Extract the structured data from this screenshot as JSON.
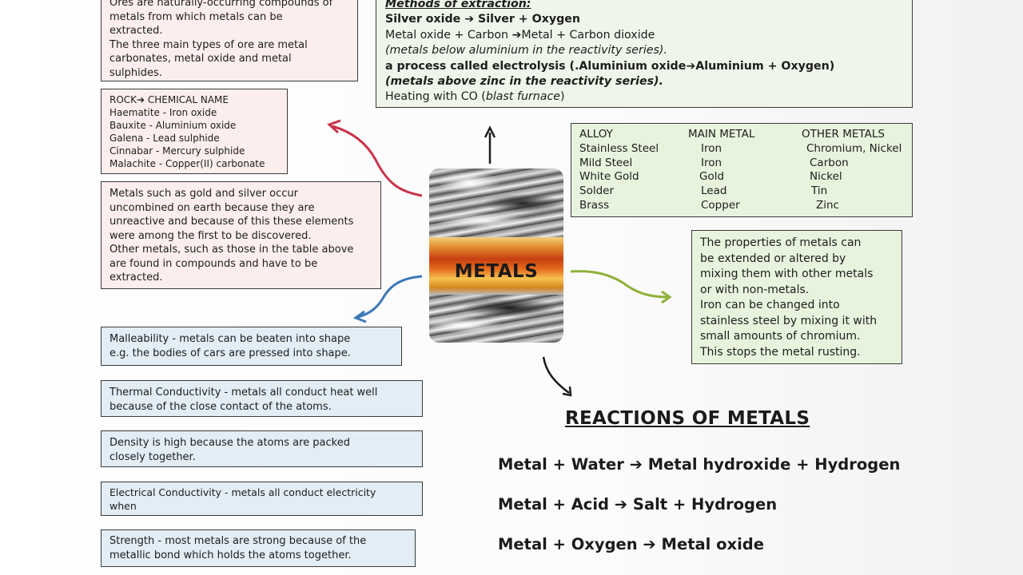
{
  "ores": {
    "lines": [
      "Ores are naturally-occurring compounds of",
      "metals from which metals can be",
      "extracted.",
      "The three main types of ore are metal",
      "carbonates, metal oxide and metal",
      "sulphides."
    ]
  },
  "extraction": {
    "heading": "Methods of extraction:",
    "lines": [
      {
        "text": "Silver oxide ➔ Silver + Oxygen",
        "style": "normal"
      },
      {
        "text": "Metal oxide + Carbon ➔Metal + Carbon dioxide",
        "style": "normal"
      },
      {
        "text": "(metals below aluminium in the reactivity series).",
        "style": "italic"
      },
      {
        "text": "a process called electrolysis  (.Aluminium oxide➔Aluminium + Oxygen)",
        "style": "normal"
      },
      {
        "text": "(metals above zinc in the reactivity series).",
        "style": "bolditalic"
      }
    ],
    "last_line_prefix": "Heating with CO (",
    "last_line_italic": "blast furnace",
    "last_line_suffix": ")"
  },
  "rocks": {
    "header": "ROCK➔ CHEMICAL NAME",
    "items": [
      "Haematite - Iron oxide",
      "Bauxite - Aluminium oxide",
      "Galena - Lead sulphide",
      "Cinnabar - Mercury sulphide",
      "Malachite - Copper(II) carbonate"
    ]
  },
  "uncombined": {
    "lines": [
      "Metals such as gold and silver occur",
      "uncombined on earth because they are",
      "unreactive and because of this these elements",
      "were among the first to be discovered.",
      "Other metals, such as those in the table above",
      "are found in compounds and have to be",
      "extracted."
    ]
  },
  "alloys": {
    "headers": [
      "ALLOY",
      "MAIN METAL",
      "OTHER METALS"
    ],
    "rows": [
      [
        "Stainless Steel",
        "Iron",
        "Chromium, Nickel"
      ],
      [
        "Mild Steel",
        "Iron",
        "Carbon"
      ],
      [
        "White Gold",
        "Gold",
        "Nickel"
      ],
      [
        "Solder",
        "Lead",
        "Tin"
      ],
      [
        "Brass",
        "Copper",
        "Zinc"
      ]
    ]
  },
  "properties": {
    "lines": [
      "The properties of metals can",
      "be extended or altered by",
      "mixing them with other metals",
      "or with non-metals.",
      "Iron can be changed into",
      "stainless steel by mixing it with",
      "small amounts of chromium.",
      "This stops the metal rusting."
    ]
  },
  "center": {
    "title": "METALS"
  },
  "property_boxes": {
    "malleability": [
      "Malleability - metals can be beaten into shape",
      "e.g. the bodies of cars are pressed into shape."
    ],
    "thermal": [
      "Thermal Conductivity - metals all conduct heat well",
      "because of the close contact of the atoms."
    ],
    "density": [
      "Density is high because the atoms are packed",
      "closely together."
    ],
    "electrical": [
      "Electrical Conductivity - metals all conduct electricity",
      "when"
    ],
    "strength": [
      "Strength - most metals are strong because of the",
      "metallic bond which holds the atoms together."
    ]
  },
  "reactions": {
    "heading": "REACTIONS OF METALS",
    "water": "Metal + Water ➔ Metal hydroxide + Hydrogen",
    "acid": "Metal + Acid ➔ Salt + Hydrogen",
    "oxygen": "Metal + Oxygen ➔ Metal oxide"
  },
  "colors": {
    "pink_box": "#fbeeed",
    "blue_box": "#e2edf5",
    "green_box": "#e8f3dd",
    "arrow_red": "#c8344a",
    "arrow_blue": "#3b78b8",
    "arrow_green": "#8fb13a",
    "arrow_black": "#1b1b1b"
  }
}
